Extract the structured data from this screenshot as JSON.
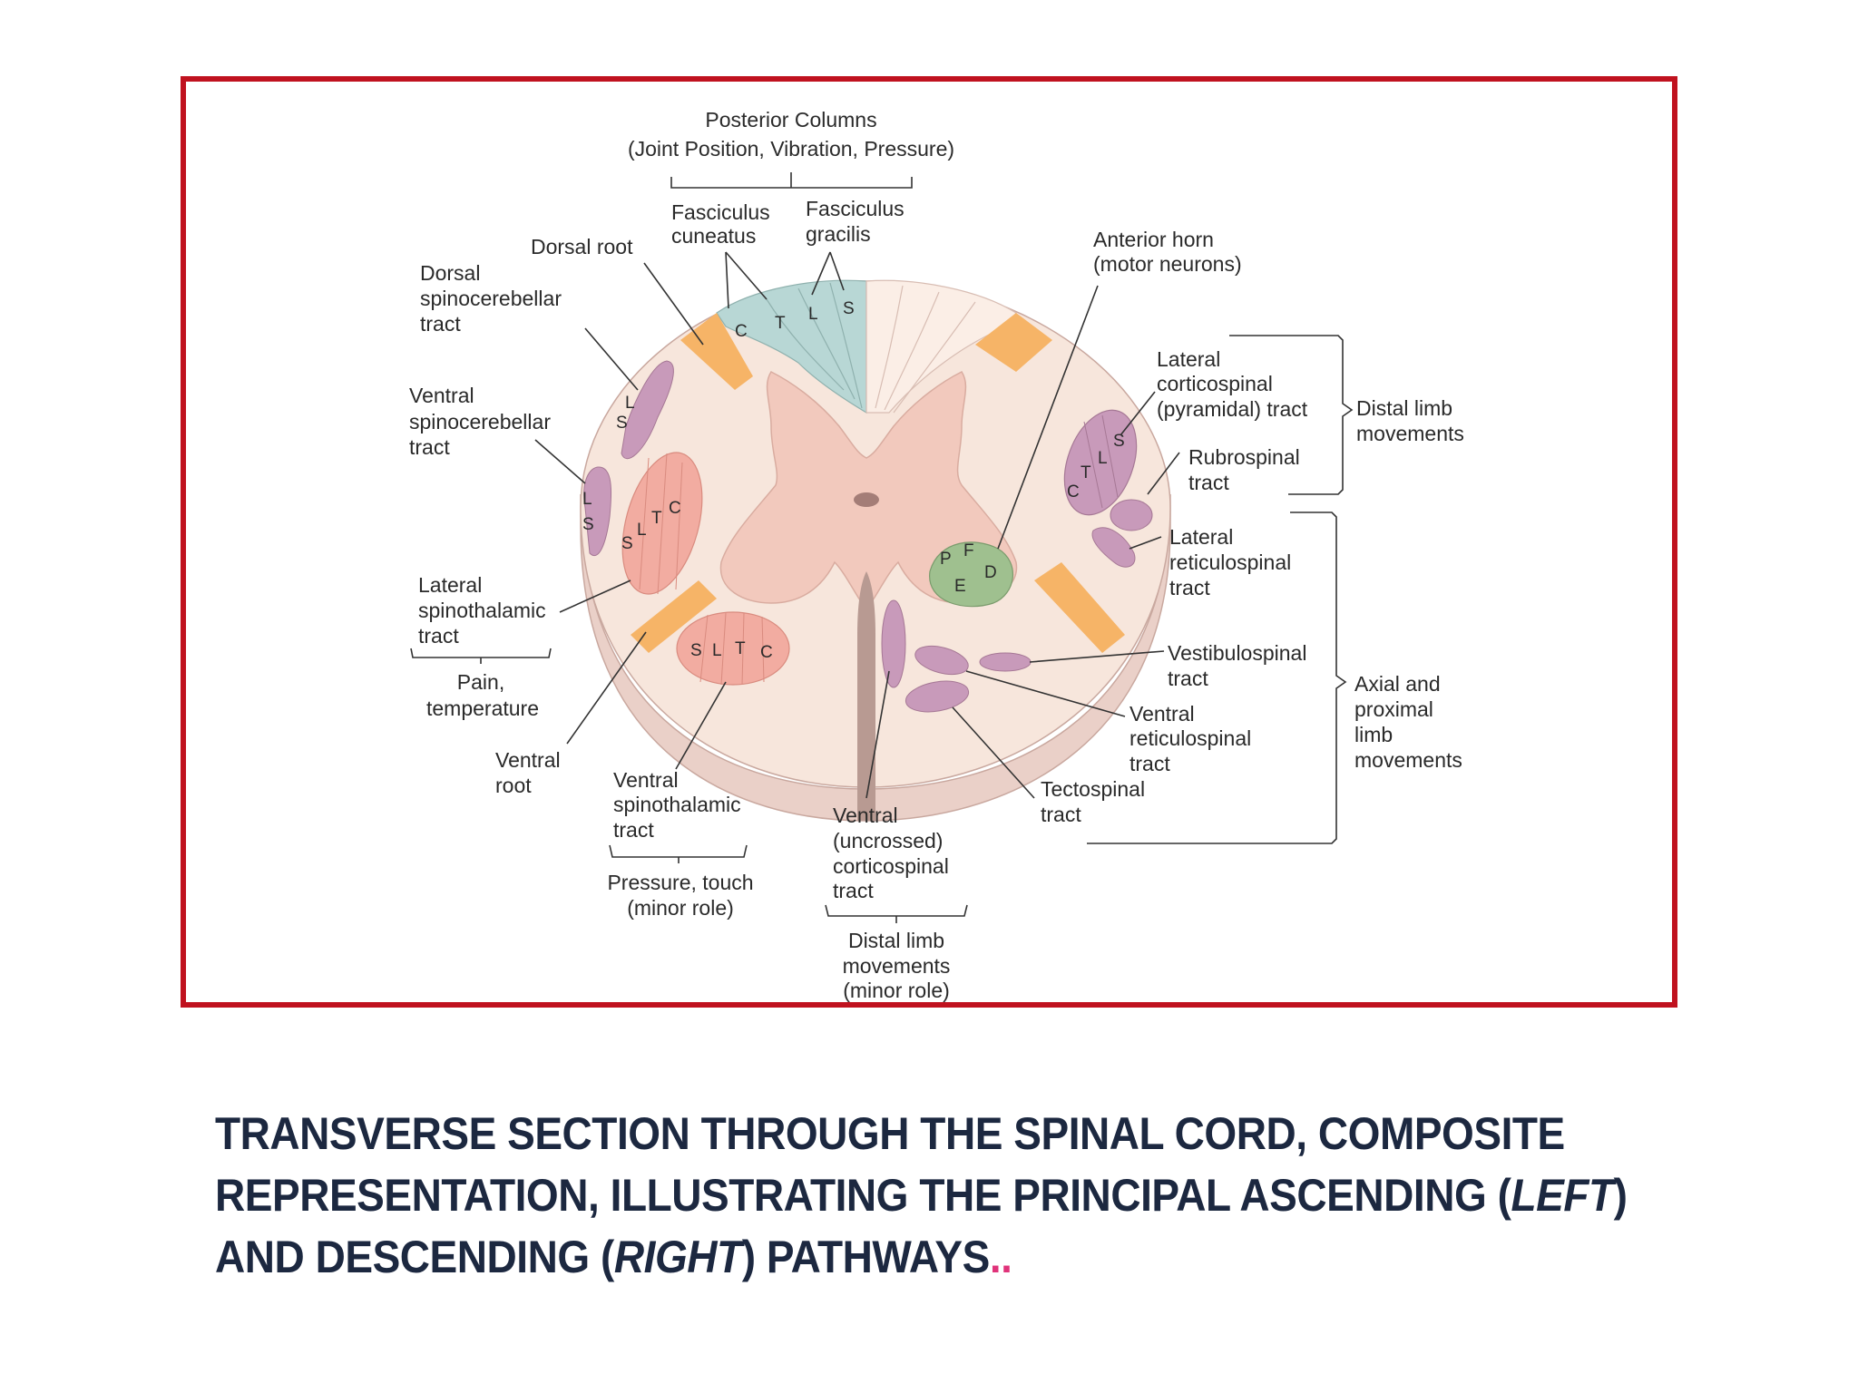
{
  "colors": {
    "frame_border": "#c0121f",
    "caption_text": "#1c2840",
    "caption_dots": "#e0337a",
    "white_matter": "#f7e6dc",
    "gray_matter": "#f2c9bd",
    "posterior_columns": "#b8d7d5",
    "roots": "#f6b467",
    "spinothalamic": "#f2aca1",
    "motor_tracts": "#c89aba",
    "anterior_horn_nuclei": "#9fc08f"
  },
  "labels": {
    "posterior_columns_title": "Posterior Columns",
    "posterior_columns_sub": "(Joint Position, Vibration, Pressure)",
    "fasciculus_cuneatus": [
      "Fasciculus",
      "cuneatus"
    ],
    "fasciculus_gracilis": [
      "Fasciculus",
      "gracilis"
    ],
    "dorsal_root": "Dorsal root",
    "dorsal_spinocerebellar": [
      "Dorsal",
      "spinocerebellar",
      "tract"
    ],
    "ventral_spinocerebellar": [
      "Ventral",
      "spinocerebellar",
      "tract"
    ],
    "lateral_spinothalamic": [
      "Lateral",
      "spinothalamic",
      "tract"
    ],
    "pain_temperature": [
      "Pain,",
      "temperature"
    ],
    "ventral_root": [
      "Ventral",
      "root"
    ],
    "ventral_spinothalamic": [
      "Ventral",
      "spinothalamic",
      "tract"
    ],
    "pressure_touch": [
      "Pressure, touch",
      "(minor role)"
    ],
    "ventral_corticospinal": [
      "Ventral",
      "(uncrossed)",
      "corticospinal",
      "tract"
    ],
    "distal_limb_minor": [
      "Distal limb",
      "movements",
      "(minor role)"
    ],
    "anterior_horn": [
      "Anterior horn",
      "(motor neurons)"
    ],
    "lateral_corticospinal": [
      "Lateral",
      "corticospinal",
      "(pyramidal) tract"
    ],
    "distal_limb_movements": [
      "Distal limb",
      "movements"
    ],
    "rubrospinal": [
      "Rubrospinal",
      "tract"
    ],
    "lateral_reticulospinal": [
      "Lateral",
      "reticulospinal",
      "tract"
    ],
    "vestibulospinal": [
      "Vestibulospinal",
      "tract"
    ],
    "ventral_reticulospinal": [
      "Ventral",
      "reticulospinal",
      "tract"
    ],
    "tectospinal": [
      "Tectospinal",
      "tract"
    ],
    "axial_proximal": [
      "Axial and",
      "proximal",
      "limb",
      "movements"
    ]
  },
  "segment_letters": {
    "posterior_columns": [
      "C",
      "T",
      "L",
      "S"
    ],
    "dorsal_spinocerebellar": [
      "L",
      "S"
    ],
    "ventral_spinocerebellar": [
      "L",
      "S"
    ],
    "lateral_spinothalamic": [
      "S",
      "L",
      "T",
      "C"
    ],
    "ventral_spinothalamic": [
      "S",
      "L",
      "T",
      "C"
    ],
    "lateral_corticospinal": [
      "C",
      "T",
      "L",
      "S"
    ],
    "anterior_horn": [
      "P",
      "F",
      "E",
      "D"
    ]
  },
  "caption": {
    "part1": "TRANSVERSE SECTION THROUGH THE SPINAL CORD, COMPOSITE REPRESENTATION, ILLUSTRATING THE PRINCIPAL ASCENDING (",
    "italic1": "LEFT",
    "part2": ") AND DESCENDING (",
    "italic2": "RIGHT",
    "part3": ") PATHWAYS",
    "dots": ".."
  }
}
